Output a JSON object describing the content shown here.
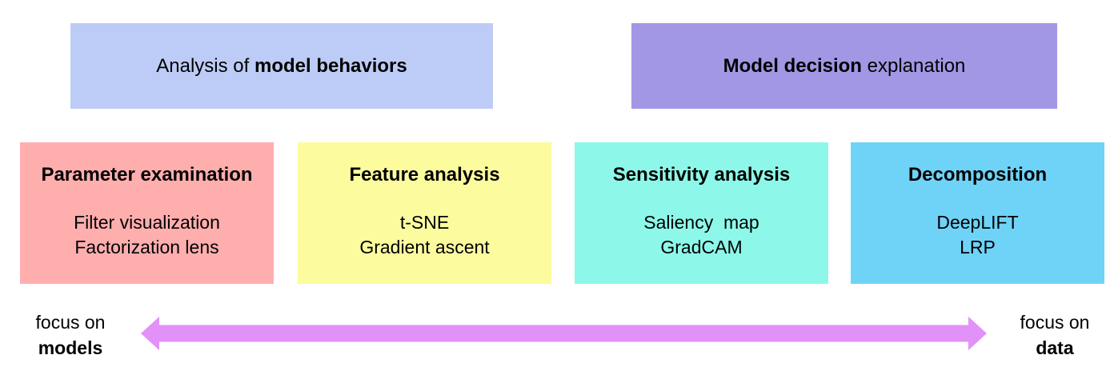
{
  "canvas": {
    "background": "#ffffff",
    "text_color": "#000000"
  },
  "top_row": [
    {
      "prefix": "Analysis of ",
      "bold": "model behaviors",
      "suffix": "",
      "color": "#bdccf6"
    },
    {
      "prefix": "",
      "bold": "Model decision",
      "suffix": " explanation",
      "color": "#a297e4"
    }
  ],
  "categories": [
    {
      "title": "Parameter examination",
      "items": [
        "Filter visualization",
        "Factorization lens"
      ],
      "color": "#ffaeae"
    },
    {
      "title": "Feature analysis",
      "items": [
        "t-SNE",
        "Gradient ascent"
      ],
      "color": "#fcfc9f"
    },
    {
      "title": "Sensitivity analysis",
      "items": [
        "Saliency  map",
        "GradCAM"
      ],
      "color": "#8df8e9"
    },
    {
      "title": "Decomposition",
      "items": [
        "DeepLIFT",
        "LRP"
      ],
      "color": "#6fd3f7"
    }
  ],
  "axis": {
    "arrow_color": "#e291f8",
    "left": {
      "line1": "focus on",
      "line2": "models"
    },
    "right": {
      "line1": "focus on",
      "line2": "data"
    }
  }
}
